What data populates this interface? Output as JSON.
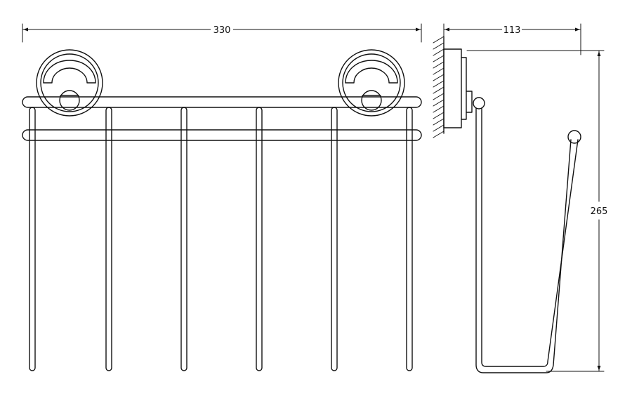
{
  "dimensions": {
    "width_label": "330",
    "depth_label": "113",
    "height_label": "265"
  }
}
